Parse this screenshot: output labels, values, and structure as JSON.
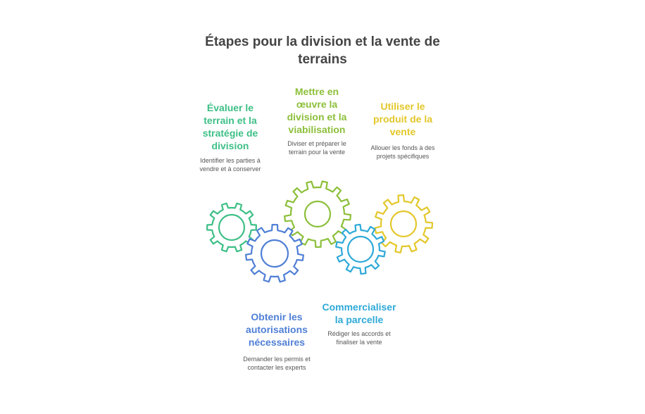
{
  "title": "Étapes pour la division et la vente de terrains",
  "steps": [
    {
      "label": "Évaluer le terrain et la stratégie de division",
      "description": "Identifier les parties à vendre et à conserver",
      "color": "#3dbf86"
    },
    {
      "label": "Obtenir les autorisations nécessaires",
      "description": "Demander les permis et contacter les experts",
      "color": "#4f7fd6"
    },
    {
      "label": "Mettre en œuvre la division et la viabilisation",
      "description": "Diviser et préparer le terrain pour la vente",
      "color": "#8cbf3a"
    },
    {
      "label": "Commercialiser la parcelle",
      "description": "Rédiger les accords et finaliser la vente",
      "color": "#2ea9d8"
    },
    {
      "label": "Utiliser le produit de la vente",
      "description": "Allouer les fonds à des projets spécifiques",
      "color": "#e3c72a"
    }
  ]
}
